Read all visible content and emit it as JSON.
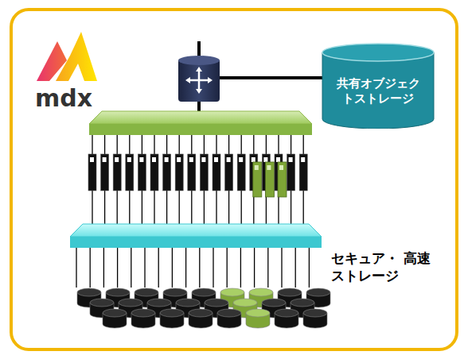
{
  "diagram": {
    "nodes": [
      {
        "text": [
          "共有オブジェクトストレージ"
        ]
      }
    ],
    "edges": [],
    "labels": [
      "mdx",
      "セキュア・ 高速ストレージ"
    ]
  }
}
